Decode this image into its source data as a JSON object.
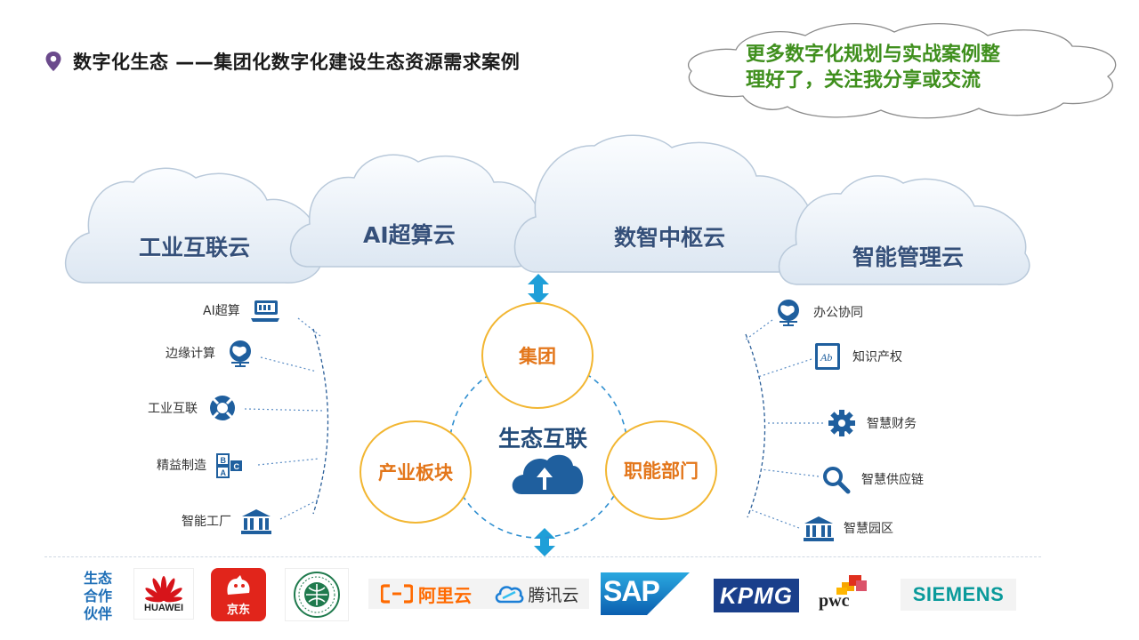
{
  "header": {
    "title": "数字化生态 ——集团化数字化建设生态资源需求案例"
  },
  "note": {
    "line1": "更多数字化规划与实战案例整",
    "line2": "理好了，关注我分享或交流"
  },
  "clouds": [
    "工业互联云",
    "AI超算云",
    "数智中枢云",
    "智能管理云"
  ],
  "hub": {
    "top": "集团",
    "left": "产业板块",
    "right": "职能部门",
    "center": "生态互联"
  },
  "left_items": [
    {
      "label": "AI超算",
      "icon": "supercomputer-icon"
    },
    {
      "label": "边缘计算",
      "icon": "globe-icon"
    },
    {
      "label": "工业互联",
      "icon": "lifebuoy-icon"
    },
    {
      "label": "精益制造",
      "icon": "blocks-icon"
    },
    {
      "label": "智能工厂",
      "icon": "factory-building-icon"
    }
  ],
  "right_items": [
    {
      "label": "办公协同",
      "icon": "globe-icon"
    },
    {
      "label": "知识产权",
      "icon": "book-icon"
    },
    {
      "label": "智慧财务",
      "icon": "gear-icon"
    },
    {
      "label": "智慧供应链",
      "icon": "search-icon"
    },
    {
      "label": "智慧园区",
      "icon": "building-icon"
    }
  ],
  "partners": {
    "heading": [
      "生态",
      "合作",
      "伙伴"
    ],
    "huawei": "HUAWEI",
    "jd": "京东",
    "aliyun": "阿里云",
    "tencent": "腾讯云",
    "sap": "SAP",
    "kpmg": "KPMG",
    "pwc": "pwc",
    "siemens": "SIEMENS"
  },
  "colors": {
    "cloud_text": "#35507a",
    "circle_border": "#f2b632",
    "circle_text": "#e3761a",
    "note_text": "#3f8f1d",
    "icon_blue": "#1f5f9e",
    "arrow": "#1e9fd8"
  }
}
